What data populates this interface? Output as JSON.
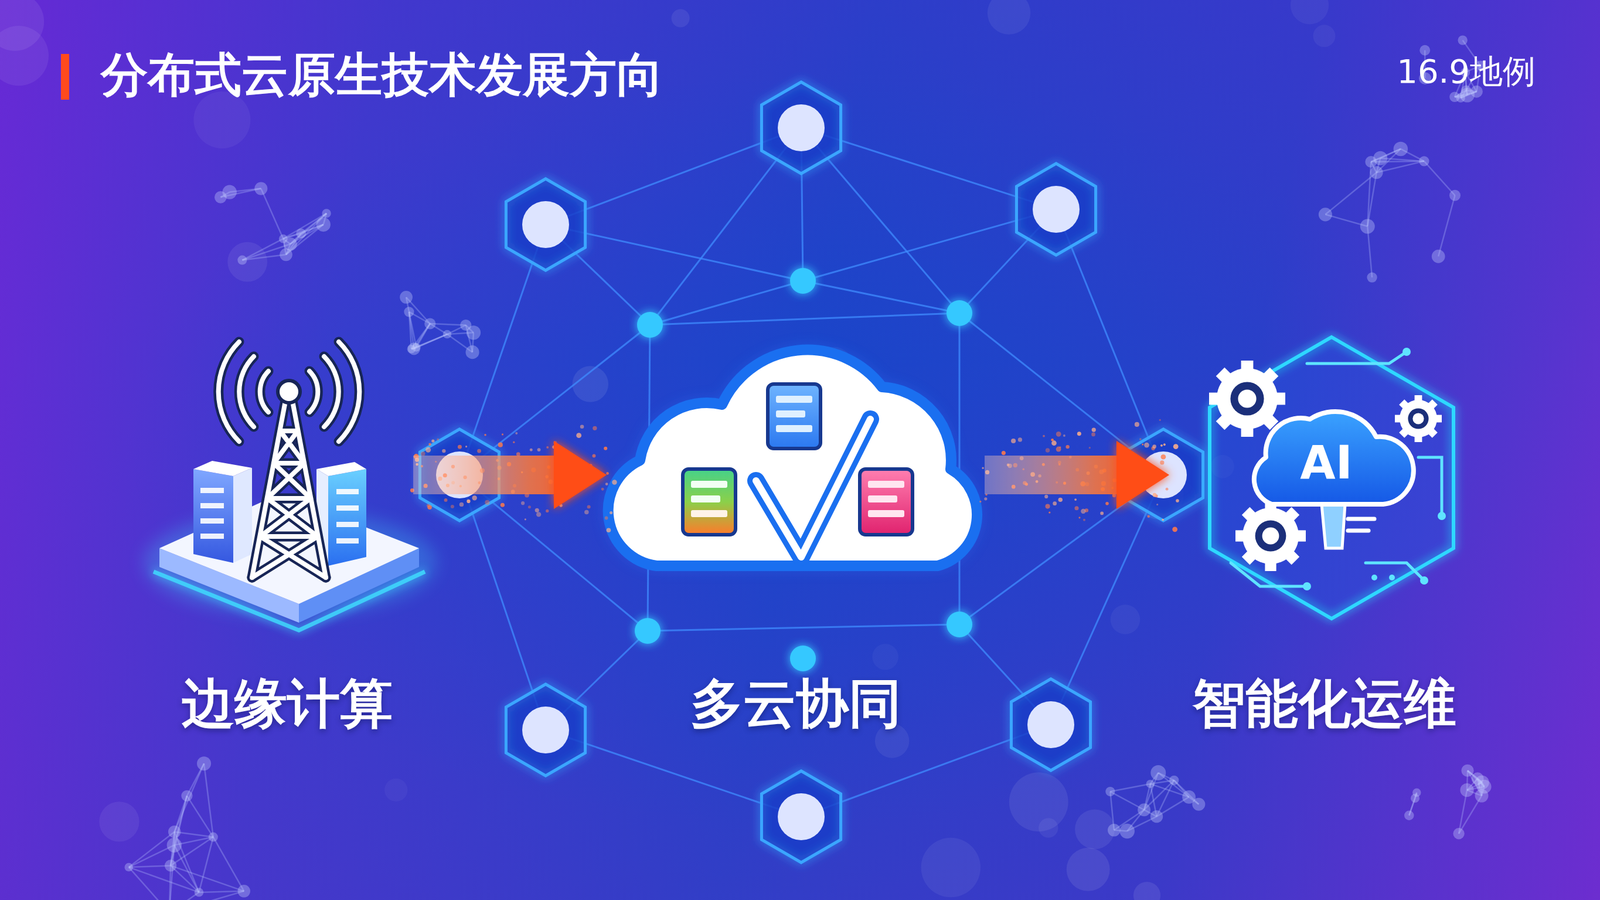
{
  "diagram": {
    "title": "分布式云原生技术发展方向",
    "nodes": [
      {
        "text": [
          "边缘计算"
        ]
      },
      {
        "text": [
          "多云协同"
        ]
      },
      {
        "text": [
          "智能化运维"
        ]
      }
    ],
    "edges": [
      {
        "from": 0,
        "to": 1,
        "arrow": "to"
      },
      {
        "from": 1,
        "to": 2,
        "arrow": "to"
      }
    ],
    "labels": [
      "16.9地例",
      "AI"
    ]
  }
}
